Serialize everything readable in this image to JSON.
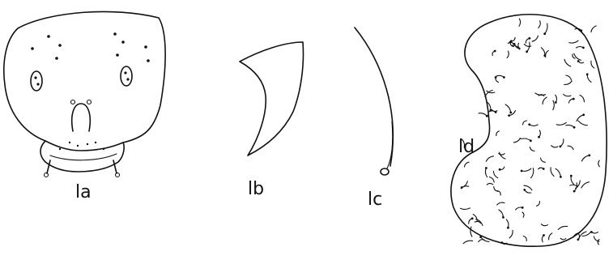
{
  "figure": {
    "panels": [
      {
        "id": "1a",
        "label": "la",
        "subject": "head"
      },
      {
        "id": "1b",
        "label": "lb",
        "subject": "mandible"
      },
      {
        "id": "1c",
        "label": "lc",
        "subject": "seta"
      },
      {
        "id": "1d",
        "label": "ld",
        "subject": "setose body"
      }
    ],
    "colors": {
      "ink": "#111111",
      "background": "#ffffff"
    }
  }
}
